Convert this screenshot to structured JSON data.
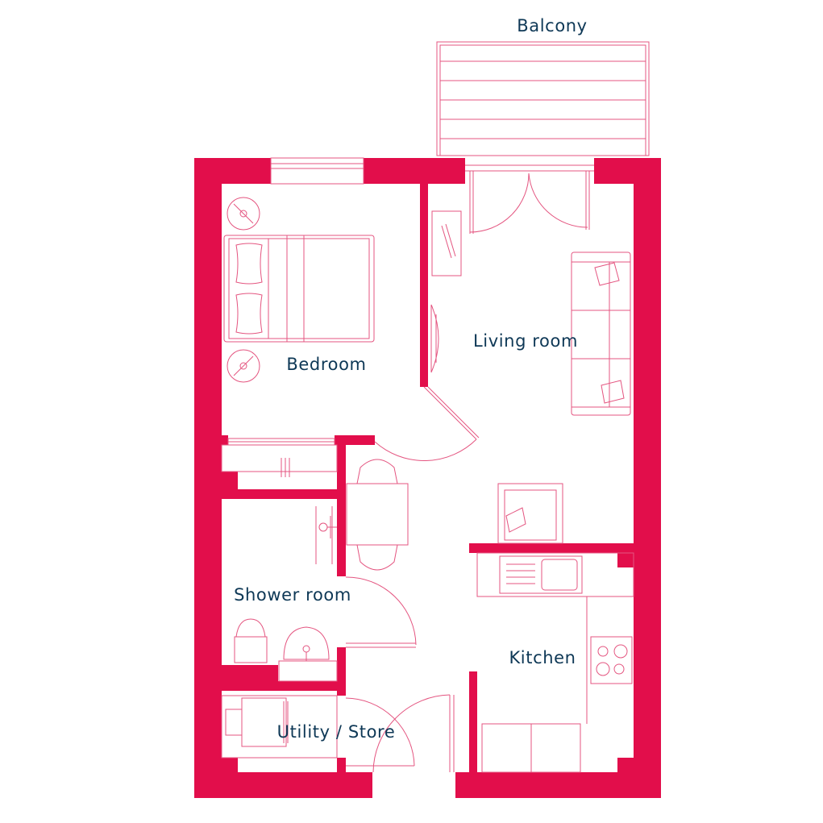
{
  "plan": {
    "rooms": {
      "balcony": "Balcony",
      "bedroom": "Bedroom",
      "living_room": "Living room",
      "shower_room": "Shower room",
      "kitchen": "Kitchen",
      "utility_store": "Utility / Store"
    }
  },
  "colors": {
    "wall": "#E20E4B",
    "fixture_line": "#E45580",
    "label": "#0E3856",
    "background": "#FFFFFF"
  }
}
